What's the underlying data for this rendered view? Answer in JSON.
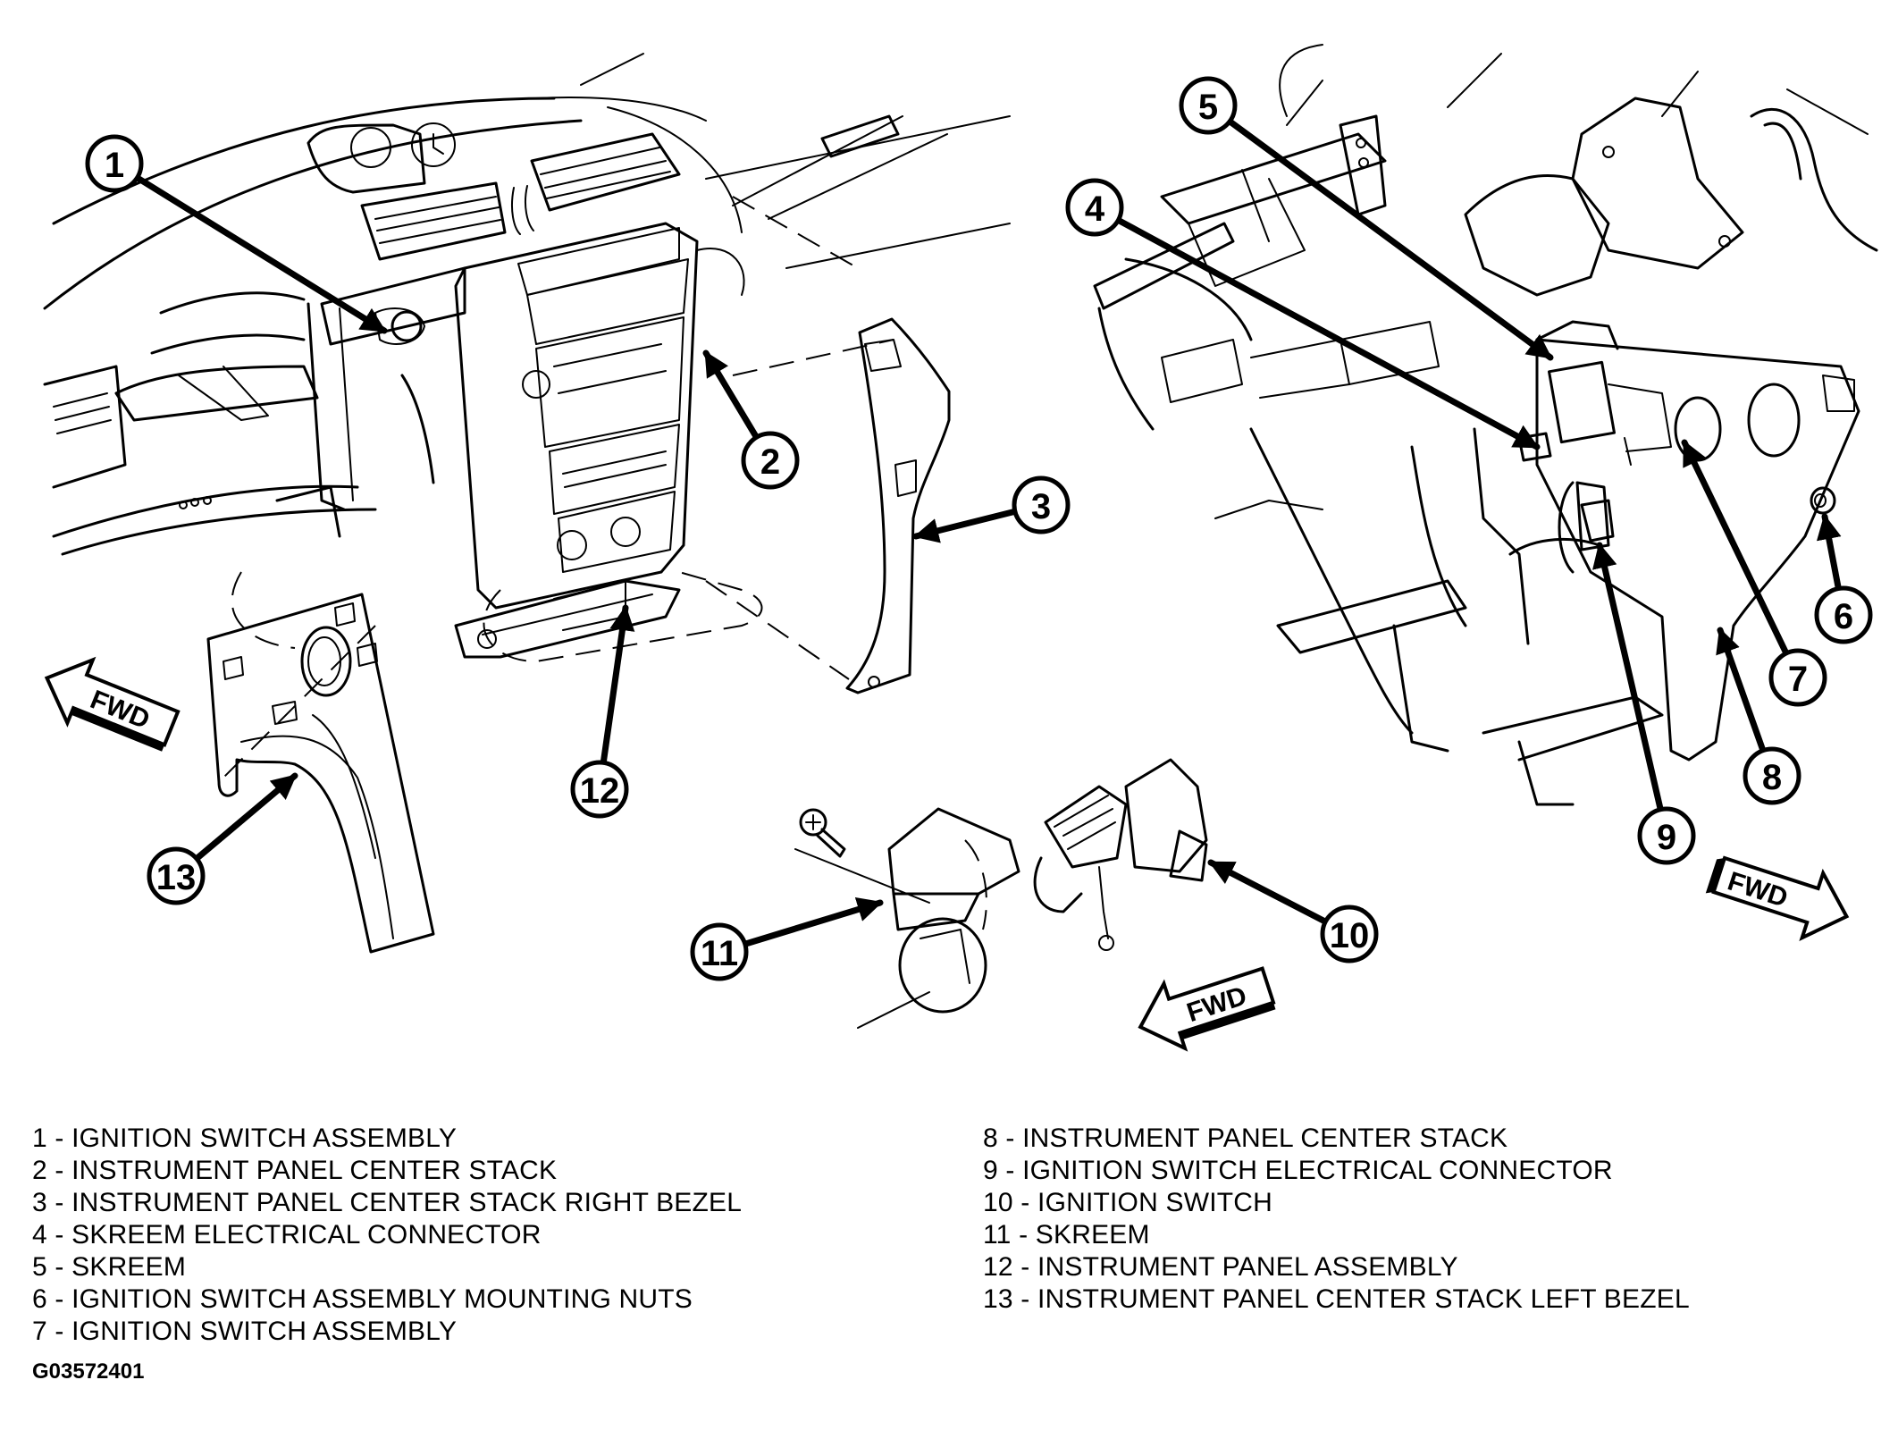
{
  "figure": {
    "figure_id": "G03572401",
    "fwd_label": "FWD"
  },
  "callouts": [
    {
      "number": "1",
      "label": "IGNITION SWITCH ASSEMBLY"
    },
    {
      "number": "2",
      "label": "INSTRUMENT PANEL CENTER STACK"
    },
    {
      "number": "3",
      "label": "INSTRUMENT PANEL CENTER STACK RIGHT BEZEL"
    },
    {
      "number": "4",
      "label": "SKREEM ELECTRICAL CONNECTOR"
    },
    {
      "number": "5",
      "label": "SKREEM"
    },
    {
      "number": "6",
      "label": "IGNITION SWITCH ASSEMBLY MOUNTING NUTS"
    },
    {
      "number": "7",
      "label": "IGNITION SWITCH ASSEMBLY"
    },
    {
      "number": "8",
      "label": "INSTRUMENT PANEL CENTER STACK"
    },
    {
      "number": "9",
      "label": "IGNITION SWITCH ELECTRICAL CONNECTOR"
    },
    {
      "number": "10",
      "label": "IGNITION SWITCH"
    },
    {
      "number": "11",
      "label": "SKREEM"
    },
    {
      "number": "12",
      "label": "INSTRUMENT PANEL ASSEMBLY"
    },
    {
      "number": "13",
      "label": "INSTRUMENT PANEL CENTER STACK LEFT BEZEL"
    }
  ],
  "legend": {
    "left": [
      "1 - IGNITION SWITCH ASSEMBLY",
      "2 - INSTRUMENT PANEL CENTER STACK",
      "3 - INSTRUMENT PANEL CENTER STACK RIGHT BEZEL",
      "4 - SKREEM ELECTRICAL CONNECTOR",
      "5 - SKREEM",
      "6 - IGNITION SWITCH ASSEMBLY MOUNTING NUTS",
      "7 - IGNITION SWITCH ASSEMBLY"
    ],
    "right": [
      "8 - INSTRUMENT PANEL CENTER STACK",
      "9 - IGNITION SWITCH ELECTRICAL CONNECTOR",
      "10 - IGNITION SWITCH",
      "11 - SKREEM",
      "12 - INSTRUMENT PANEL ASSEMBLY",
      "13 - INSTRUMENT PANEL CENTER STACK LEFT BEZEL"
    ]
  }
}
